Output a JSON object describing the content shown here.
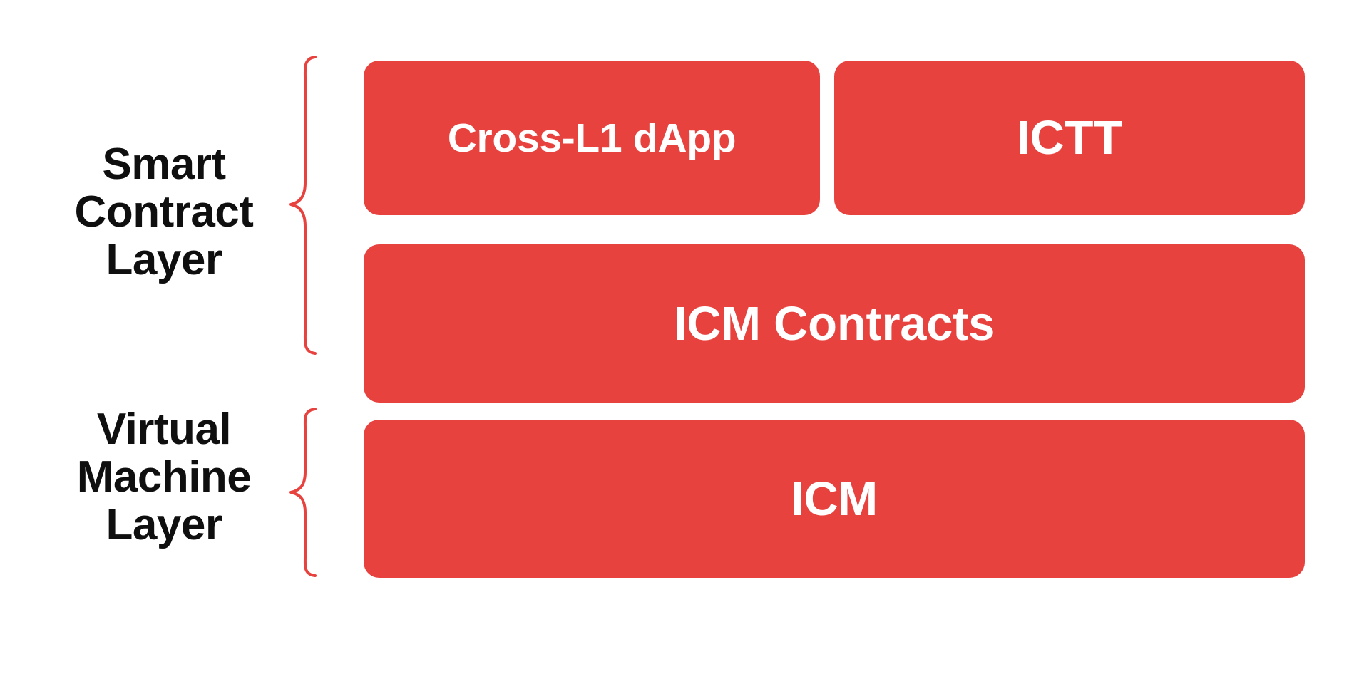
{
  "diagram": {
    "title": "Avalanche Interchain Messaging layered architecture",
    "background_color": "#FFFFFF",
    "accent_color": "#E8423F",
    "box_text_color": "#FFFFFF",
    "label_text_color": "#0F0F0F",
    "brace_color": "#E8423F",
    "layers": [
      {
        "id": "smart-contract-layer",
        "label": "Smart\nContract\nLayer",
        "label_lines": [
          "Smart",
          "Contract",
          "Layer"
        ],
        "boxes": [
          {
            "id": "cross-l1-dapp",
            "label": "Cross-L1 dApp"
          },
          {
            "id": "ictt",
            "label": "ICTT"
          },
          {
            "id": "icm-contracts",
            "label": "ICM Contracts"
          }
        ]
      },
      {
        "id": "virtual-machine-layer",
        "label": "Virtual\nMachine\nLayer",
        "label_lines": [
          "Virtual",
          "Machine",
          "Layer"
        ],
        "boxes": [
          {
            "id": "icm",
            "label": "ICM"
          }
        ]
      }
    ],
    "brace_smart_contract_name": "smart-contract-layer-brace",
    "brace_virtual_machine_name": "virtual-machine-layer-brace"
  }
}
